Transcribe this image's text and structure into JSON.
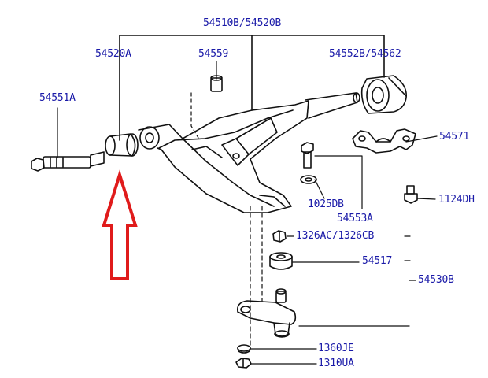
{
  "colors": {
    "line": "#111111",
    "label": "#1a1aa8",
    "arrow": "#e01b1b",
    "background": "#ffffff"
  },
  "labels": {
    "lower_arm": "54510B/54520B",
    "bushing_front": "54520A",
    "bolt": "54559",
    "bushing_rear": "54552B/54562",
    "front_bolt": "54551A",
    "bracket": "54571",
    "bolt_1124": "1124DH",
    "washer_1025": "1025DB",
    "bolt_54553": "54553A",
    "nut_1326": "1326AC/1326CB",
    "bushing_54517": "54517",
    "ball_joint": "54530B",
    "cotter_1360": "1360JE",
    "nut_1310": "1310UA"
  },
  "highlight": {
    "icon": "up-arrow-outline",
    "target": "54520A"
  }
}
